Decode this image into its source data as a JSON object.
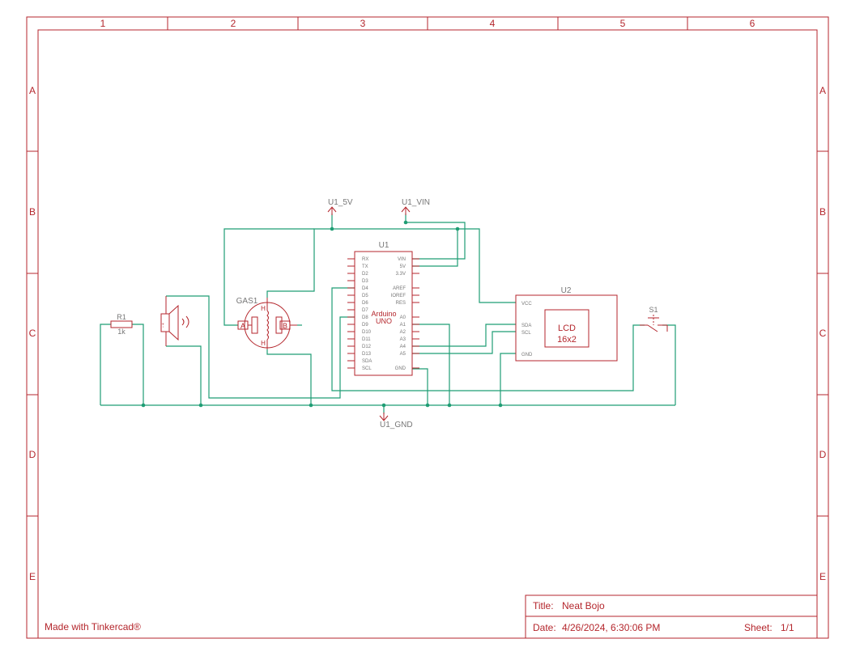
{
  "frame": {
    "columns": [
      "1",
      "2",
      "3",
      "4",
      "5",
      "6"
    ],
    "rows": [
      "A",
      "B",
      "C",
      "D",
      "E"
    ]
  },
  "footer": {
    "made_with": "Made with Tinkercad®",
    "title_label": "Title:",
    "title_value": "Neat Bojo",
    "date_label": "Date:",
    "date_value": "4/26/2024, 6:30:06 PM",
    "sheet_label": "Sheet:",
    "sheet_value": "1/1"
  },
  "power_labels": {
    "five_v": "U1_5V",
    "vin": "U1_VIN",
    "gnd": "U1_GND"
  },
  "arduino": {
    "ref": "U1",
    "name_line1": "Arduino",
    "name_line2": "UNO",
    "left_pins": [
      "RX",
      "TX",
      "D2",
      "D3",
      "D4",
      "D5",
      "D6",
      "D7",
      "D8",
      "D9",
      "D10",
      "D11",
      "D12",
      "D13",
      "SDA",
      "SCL"
    ],
    "right_pins": [
      "VIN",
      "5V",
      "3.3V",
      "",
      "AREF",
      "IOREF",
      "RES",
      "",
      "A0",
      "A1",
      "A2",
      "A3",
      "A4",
      "A5",
      "",
      "GND"
    ]
  },
  "lcd": {
    "ref": "U2",
    "line1": "LCD",
    "line2": "16x2",
    "pins": [
      "VCC",
      "SDA",
      "SCL",
      "GND"
    ]
  },
  "resistor": {
    "ref": "R1",
    "value": "1k"
  },
  "gas_sensor": {
    "ref": "GAS1",
    "pin_a": "A",
    "pin_b": "B",
    "pin_h1": "H",
    "pin_h2": "H"
  },
  "buzzer": {
    "polarity": "- +"
  },
  "switch": {
    "ref": "S1"
  }
}
